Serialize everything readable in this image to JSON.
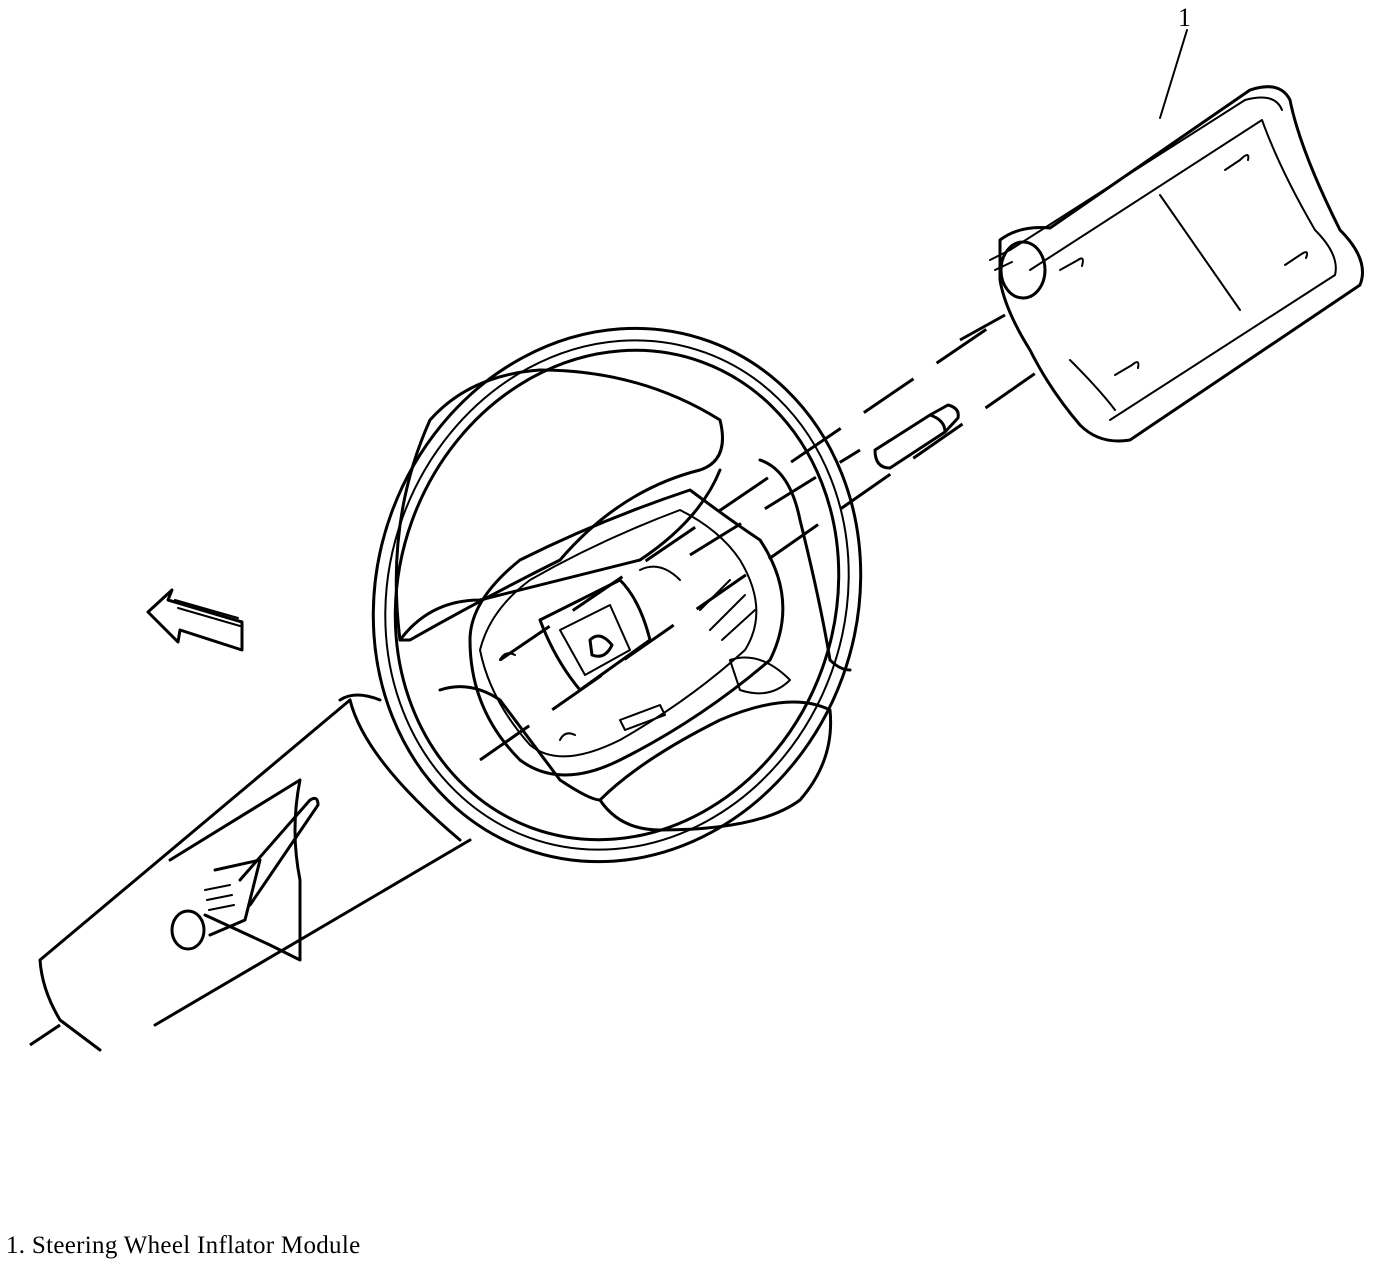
{
  "diagram": {
    "callouts": [
      {
        "number": "1"
      }
    ],
    "legend": [
      {
        "number": "1.",
        "text": "Steering Wheel Inflator Module"
      }
    ]
  },
  "colors": {
    "ink": "#000000",
    "paper": "#ffffff"
  }
}
